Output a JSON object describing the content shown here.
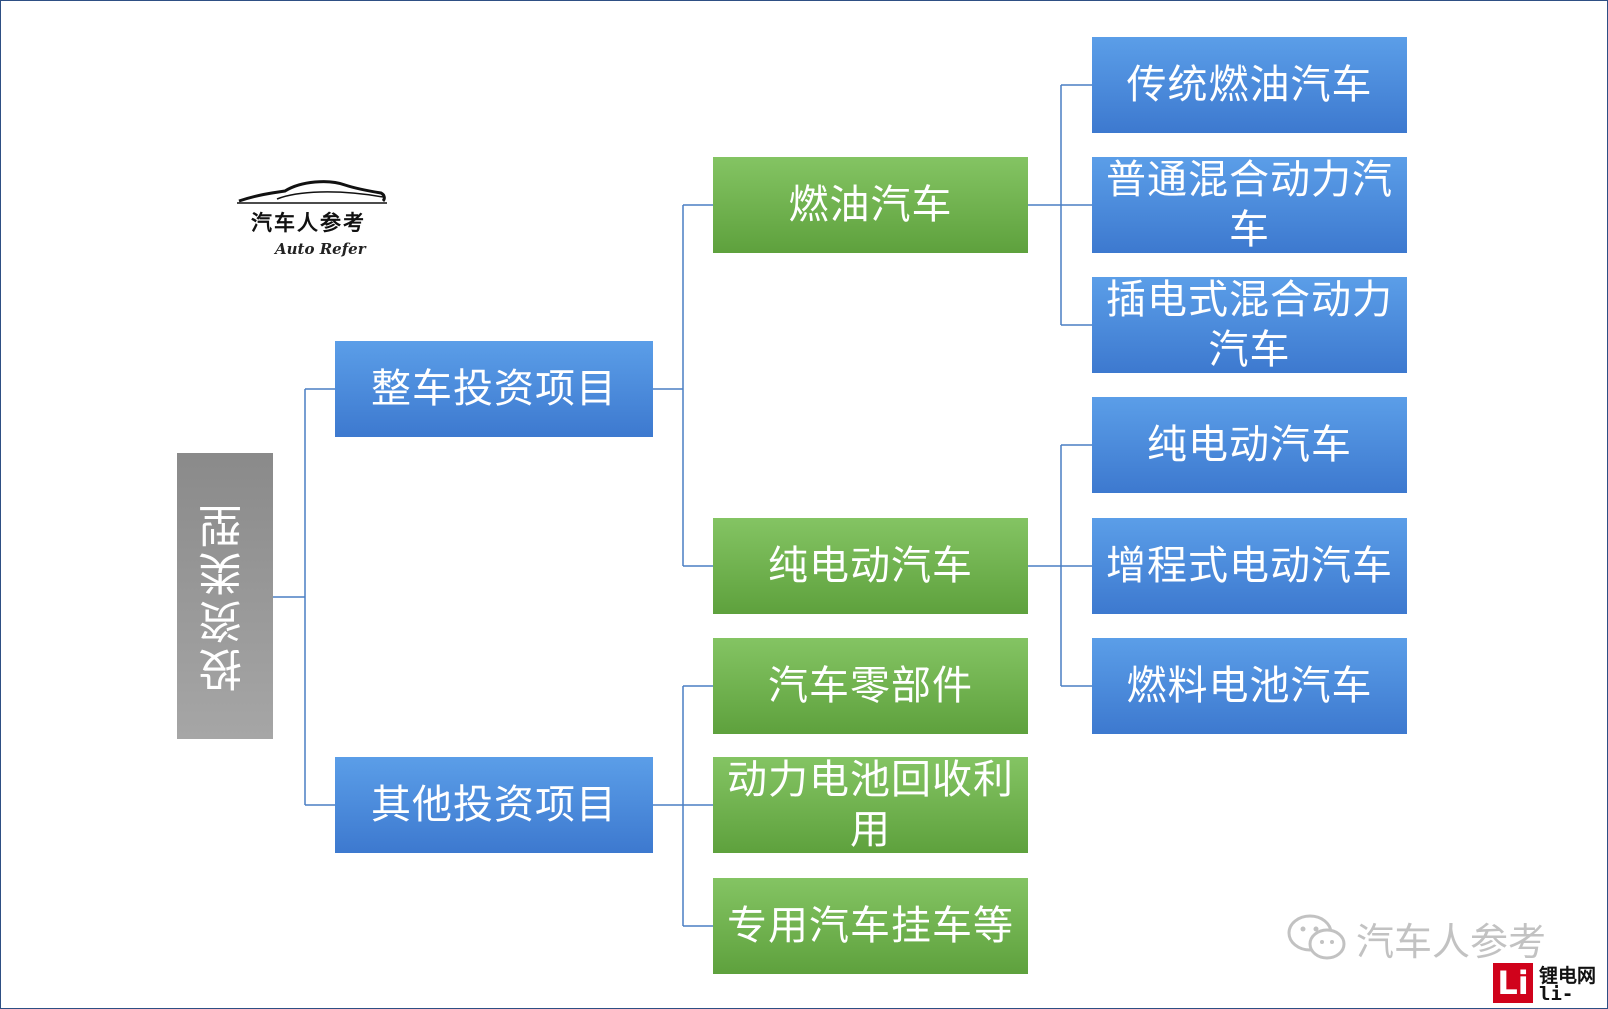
{
  "root": {
    "label": "投资类型"
  },
  "level1": [
    {
      "label": "整车投资项目"
    },
    {
      "label": "其他投资项目"
    }
  ],
  "level2": [
    {
      "label": "燃油汽车"
    },
    {
      "label": "纯电动汽车"
    },
    {
      "label": "汽车零部件"
    },
    {
      "label": "动力电池回收利用"
    },
    {
      "label": "专用汽车挂车等"
    }
  ],
  "level3": [
    {
      "label": "传统燃油汽车"
    },
    {
      "label": "普通混合动力汽车"
    },
    {
      "label": "插电式混合动力汽车"
    },
    {
      "label": "纯电动汽车"
    },
    {
      "label": "增程式电动汽车"
    },
    {
      "label": "燃料电池汽车"
    }
  ],
  "logo": {
    "cn": "汽车人参考",
    "en": "Auto Refer"
  },
  "watermark": {
    "text": "汽车人参考"
  },
  "brand": {
    "mark": "Li",
    "name": "锂电网",
    "domain": "li-b.cn"
  },
  "colors": {
    "root": "#999999",
    "level1": "#4a8ad9",
    "level2": "#6fb24d",
    "level3": "#3f73cc",
    "connector": "#4a7fc4"
  }
}
